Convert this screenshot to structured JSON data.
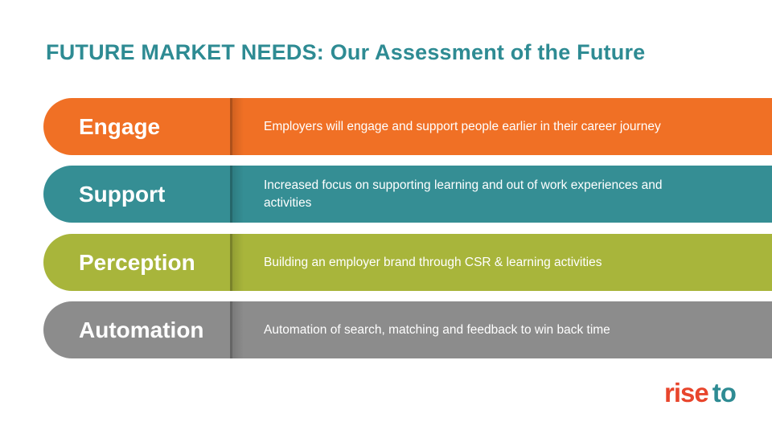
{
  "title": "FUTURE MARKET NEEDS: Our Assessment of the Future",
  "rows": [
    {
      "label": "Engage",
      "description": "Employers will engage and support people earlier in their career journey",
      "color": "#f07025"
    },
    {
      "label": "Support",
      "description": "Increased focus on supporting learning and out of work experiences and activities",
      "color": "#358e94"
    },
    {
      "label": "Perception",
      "description": "Building an employer brand through CSR & learning activities",
      "color": "#a8b53b"
    },
    {
      "label": "Automation",
      "description": "Automation of search, matching and feedback to win back time",
      "color": "#8c8c8c"
    }
  ],
  "logo": {
    "part1": "rise",
    "part2": "to",
    "color1": "#e8452c",
    "color2": "#2e8b93"
  },
  "colors": {
    "title": "#2e8b93"
  }
}
